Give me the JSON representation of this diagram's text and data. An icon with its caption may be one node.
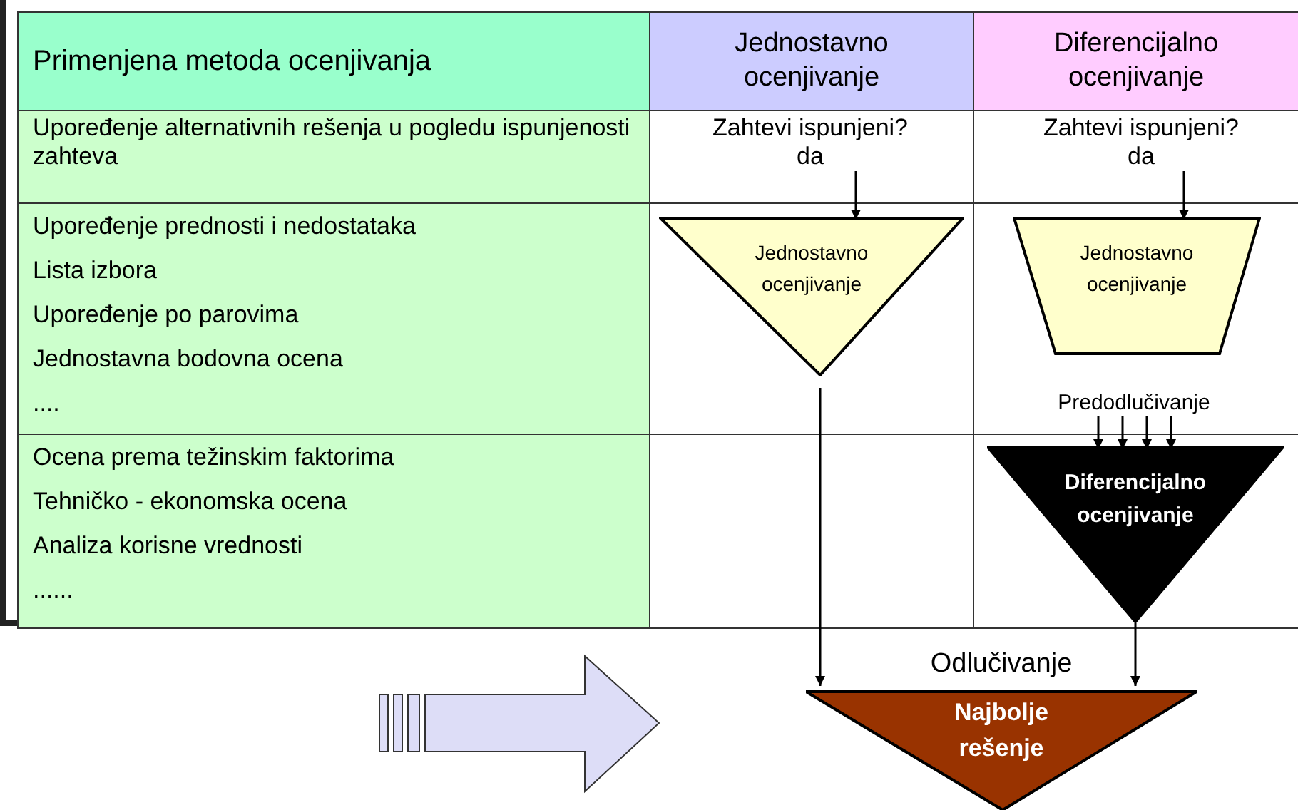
{
  "diagram": {
    "nodes": [
      {
        "text": [
          "Zahtevi ispunjeni? da"
        ]
      },
      {
        "text": [
          "Jednostavno ocenjivanje"
        ]
      },
      {
        "text": [
          "Zahtevi ispunjeni? da"
        ]
      },
      {
        "text": [
          "Jednostavno ocenjivanje"
        ]
      },
      {
        "text": [
          "Predodlučivanje"
        ]
      },
      {
        "text": [
          "Diferencijalno ocenjivanje"
        ]
      },
      {
        "text": [
          "Odlučivanje",
          "Najbolje rešenje"
        ]
      }
    ],
    "edges": [
      {
        "from": 0,
        "to": 1,
        "arrow": "to"
      },
      {
        "from": 2,
        "to": 3,
        "arrow": "to"
      },
      {
        "from": 4,
        "to": 5,
        "arrow": "to"
      },
      {
        "from": 4,
        "to": 5,
        "arrow": "to"
      },
      {
        "from": 4,
        "to": 5,
        "arrow": "to"
      },
      {
        "from": 4,
        "to": 5,
        "arrow": "to"
      },
      {
        "from": 1,
        "to": 6,
        "arrow": "to"
      },
      {
        "from": 5,
        "to": 6,
        "arrow": "to"
      }
    ],
    "labels": [
      "Primenjena metoda ocenjivanja",
      "Jednostavno ocenjivanje",
      "Diferencijalno ocenjivanje",
      "Upoređenje alternativnih rešenja u pogledu ispunjenosti zahteva",
      "Upoređenje prednosti i nedostataka",
      "Lista izbora",
      "Upoređenje po parovima",
      "Jednostavna bodovna ocena",
      "....",
      "Ocena prema težinskim faktorima",
      "Tehničko - ekonomska ocena",
      "Analiza korisne vrednosti",
      "......"
    ]
  }
}
